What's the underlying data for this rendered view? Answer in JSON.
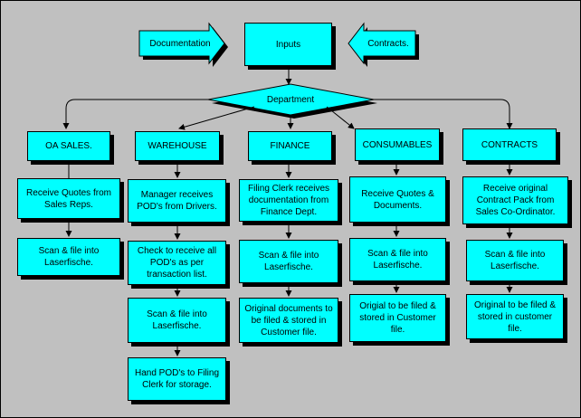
{
  "diagram": {
    "colors": {
      "fill": "#00ffff",
      "stroke": "#000000",
      "background": "#c0c0c0"
    },
    "arrow_left_label": "Documentation",
    "inputs_label": "Inputs",
    "arrow_right_label": "Contracts.",
    "decision_label": "Department",
    "columns": [
      {
        "header": "OA SALES.",
        "steps": [
          "Receive Quotes from Sales Reps.",
          "Scan & file into Laserfische."
        ]
      },
      {
        "header": "WAREHOUSE",
        "steps": [
          "Manager receives POD's from Drivers.",
          "Check to receive all POD's as per transaction list.",
          "Scan & file into Laserfische.",
          "Hand POD's to Filing Clerk for storage."
        ]
      },
      {
        "header": "FINANCE",
        "steps": [
          "Filing Clerk receives documentation from Finance Dept.",
          "Scan & file into Laserfische.",
          "Original documents to be filed & stored in Customer file."
        ]
      },
      {
        "header": "CONSUMABLES",
        "steps": [
          "Receive Quotes & Documents.",
          "Scan & file into Laserfische.",
          "Origial to be filed & stored in Customer file."
        ]
      },
      {
        "header": "CONTRACTS",
        "steps": [
          "Receive original Contract Pack from Sales Co-Ordinator.",
          "Scan & file into Laserfische.",
          "Original to be filed & stored in customer file."
        ]
      }
    ]
  }
}
